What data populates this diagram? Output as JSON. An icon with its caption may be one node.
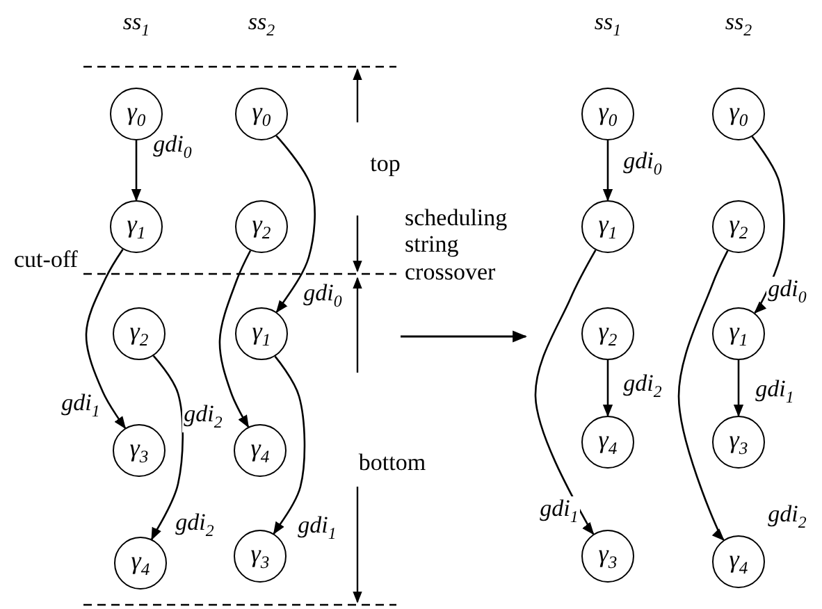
{
  "diagram": {
    "nodes": [
      {
        "text": [
          "γ$_{0}$"
        ]
      },
      {
        "text": [
          "γ$_{1}$"
        ]
      },
      {
        "text": [
          "γ$_{2}$"
        ]
      },
      {
        "text": [
          "γ$_{3}$"
        ]
      },
      {
        "text": [
          "γ$_{4}$"
        ]
      },
      {
        "text": [
          "γ$_{0}$"
        ]
      },
      {
        "text": [
          "γ$_{2}$"
        ]
      },
      {
        "text": [
          "γ$_{1}$"
        ]
      },
      {
        "text": [
          "γ$_{4}$"
        ]
      },
      {
        "text": [
          "γ$_{3}$"
        ]
      },
      {
        "text": [
          "γ$_{0}$"
        ]
      },
      {
        "text": [
          "γ$_{1}$"
        ]
      },
      {
        "text": [
          "γ$_{2}$"
        ]
      },
      {
        "text": [
          "γ$_{4}$"
        ]
      },
      {
        "text": [
          "γ$_{3}$"
        ]
      },
      {
        "text": [
          "γ$_{0}$"
        ]
      },
      {
        "text": [
          "γ$_{2}$"
        ]
      },
      {
        "text": [
          "γ$_{1}$"
        ]
      },
      {
        "text": [
          "γ$_{3}$"
        ]
      },
      {
        "text": [
          "γ$_{4}$"
        ]
      }
    ],
    "edges": [
      {
        "from": 0,
        "to": 1,
        "arrow": "to",
        "label": "gdi$_{0}$"
      },
      {
        "from": 1,
        "to": 3,
        "arrow": "to",
        "label": "gdi$_{1}$"
      },
      {
        "from": 2,
        "to": 4,
        "arrow": "to",
        "label": "gdi$_{2}$"
      },
      {
        "from": 5,
        "to": 7,
        "arrow": "to",
        "label": "gdi$_{0}$"
      },
      {
        "from": 6,
        "to": 8,
        "arrow": "to",
        "label": "gdi$_{2}$"
      },
      {
        "from": 7,
        "to": 9,
        "arrow": "to",
        "label": "gdi$_{1}$"
      },
      {
        "from": 10,
        "to": 11,
        "arrow": "to",
        "label": "gdi$_{0}$"
      },
      {
        "from": 12,
        "to": 13,
        "arrow": "to",
        "label": "gdi$_{2}$"
      },
      {
        "from": 11,
        "to": 14,
        "arrow": "to",
        "label": "gdi$_{1}$"
      },
      {
        "from": 15,
        "to": 17,
        "arrow": "to",
        "label": "gdi$_{0}$"
      },
      {
        "from": 17,
        "to": 18,
        "arrow": "to",
        "label": "gdi$_{1}$"
      },
      {
        "from": 16,
        "to": 19,
        "arrow": "to",
        "label": "gdi$_{2}$"
      }
    ],
    "labels": [
      "ss$_{1}$",
      "ss$_{2}$",
      "ss$_{1}$",
      "ss$_{2}$",
      "top",
      "cut-off",
      "scheduling string crossover",
      "bottom"
    ]
  }
}
